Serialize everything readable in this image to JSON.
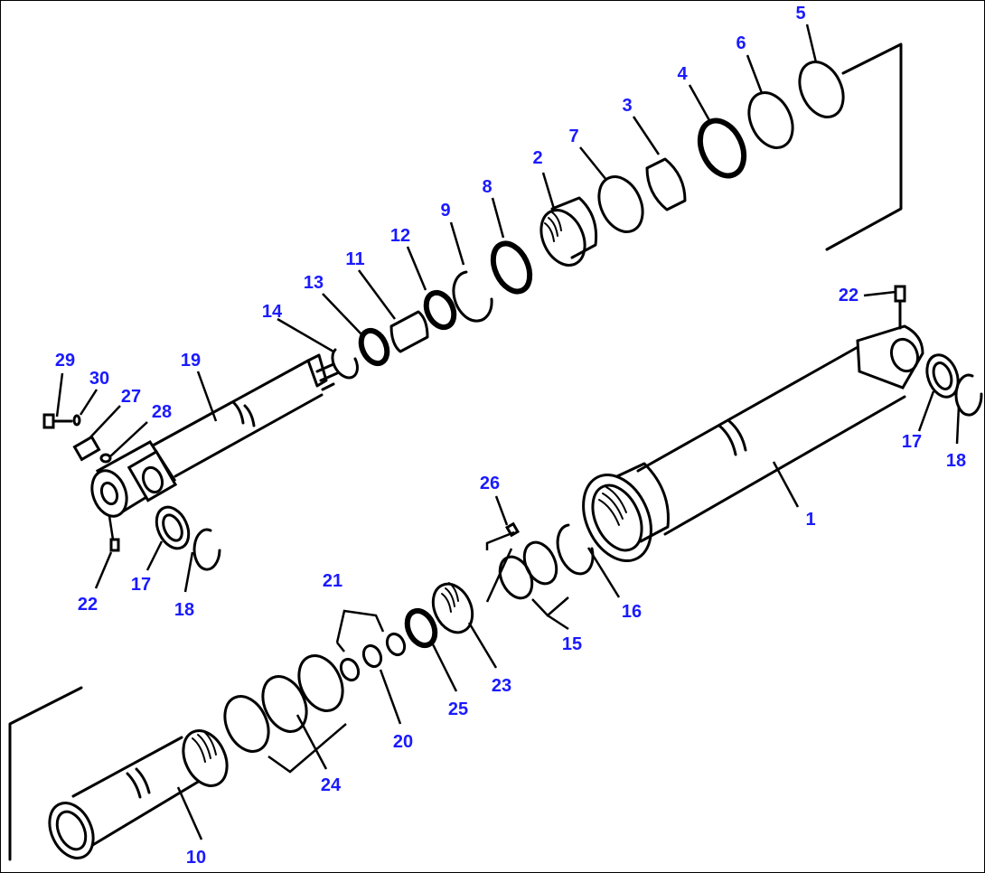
{
  "diagram": {
    "callouts": {
      "c1": "1",
      "c2": "2",
      "c3": "3",
      "c4": "4",
      "c5": "5",
      "c6": "6",
      "c7": "7",
      "c8": "8",
      "c9": "9",
      "c10": "10",
      "c11": "11",
      "c12": "12",
      "c13": "13",
      "c14": "14",
      "c15": "15",
      "c16": "16",
      "c17a": "17",
      "c17b": "17",
      "c18a": "18",
      "c18b": "18",
      "c19": "19",
      "c20": "20",
      "c21": "21",
      "c22a": "22",
      "c22b": "22",
      "c23": "23",
      "c24": "24",
      "c25": "25",
      "c26": "26",
      "c27": "27",
      "c28": "28",
      "c29": "29",
      "c30": "30"
    },
    "colors": {
      "callout": "#1a1aff",
      "line": "#000000",
      "background": "#ffffff"
    }
  }
}
